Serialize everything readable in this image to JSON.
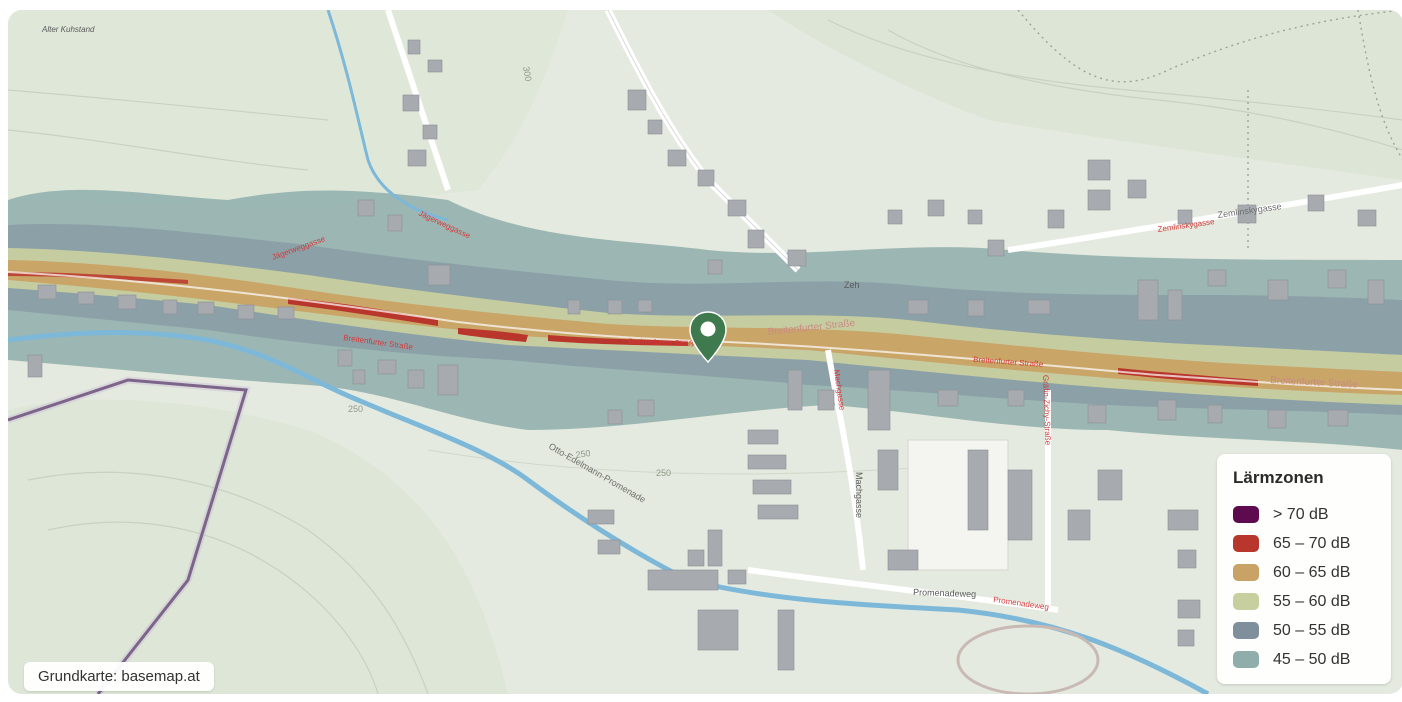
{
  "legend": {
    "title": "Lärmzonen",
    "items": [
      {
        "label": "> 70 dB",
        "color": "#5e0a4f"
      },
      {
        "label": "65 – 70 dB",
        "color": "#b8362c"
      },
      {
        "label": "60 – 65 dB",
        "color": "#c9a265"
      },
      {
        "label": "55 – 60 dB",
        "color": "#c8cf9f"
      },
      {
        "label": "50 – 55 dB",
        "color": "#7f8f9c"
      },
      {
        "label": "45 – 50 dB",
        "color": "#8faeab"
      }
    ]
  },
  "attribution": "Grundkarte: basemap.at",
  "map_labels": {
    "place": "Alter Kuhstand",
    "street_main": "Breitenfurter Straße",
    "street_zemlinsky": "Zemlinskygasse",
    "street_jaeger": "Jägerweggasse",
    "street_promenade": "Promenadeweg",
    "street_otto": "Otto-Edelmann-Promenade",
    "street_machgasse": "Machgasse",
    "street_zeh": "Zeh",
    "street_ghs": "Gräfin-Zichy-Straße",
    "contour_300": "300",
    "contour_250a": "250",
    "contour_250b": "250",
    "contour_250c": "250"
  },
  "marker": {
    "color": "#3f7a4e"
  }
}
